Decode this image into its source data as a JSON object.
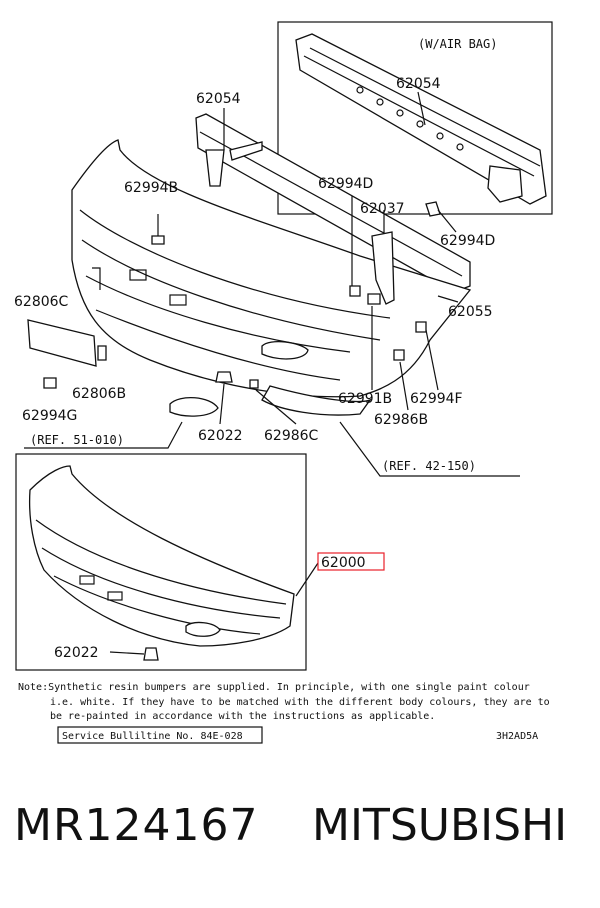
{
  "diagram": {
    "labels": {
      "air_bag_variant": "(W/AIR BAG)",
      "p62054_top": "62054",
      "p62054_left": "62054",
      "p62994B": "62994B",
      "p62994D_top": "62994D",
      "p62037": "62037",
      "p62994D_right": "62994D",
      "p62806C": "62806C",
      "p62055": "62055",
      "p62806B": "62806B",
      "p62994G": "62994G",
      "p62991B": "62991B",
      "p62994F": "62994F",
      "p62986B": "62986B",
      "p62022_top": "62022",
      "p62986C": "62986C",
      "ref_51": "(REF. 51-010)",
      "ref_42": "(REF. 42-150)",
      "p62000": "62000",
      "p62022_bottom": "62022"
    },
    "highlight_color": "#e8202a",
    "note": {
      "line1": "Note:Synthetic resin bumpers are supplied. In principle, with one single paint colour",
      "line2": "i.e. white. If they have to be matched with the different body colours, they are to",
      "line3": "be re-painted in accordance with the instructions as applicable."
    },
    "service_bulletin": "Service Bulliltine No. 84E-028",
    "diagram_code": "3H2AD5A"
  },
  "footer": {
    "part_number": "MR124167",
    "brand": "MITSUBISHI"
  }
}
